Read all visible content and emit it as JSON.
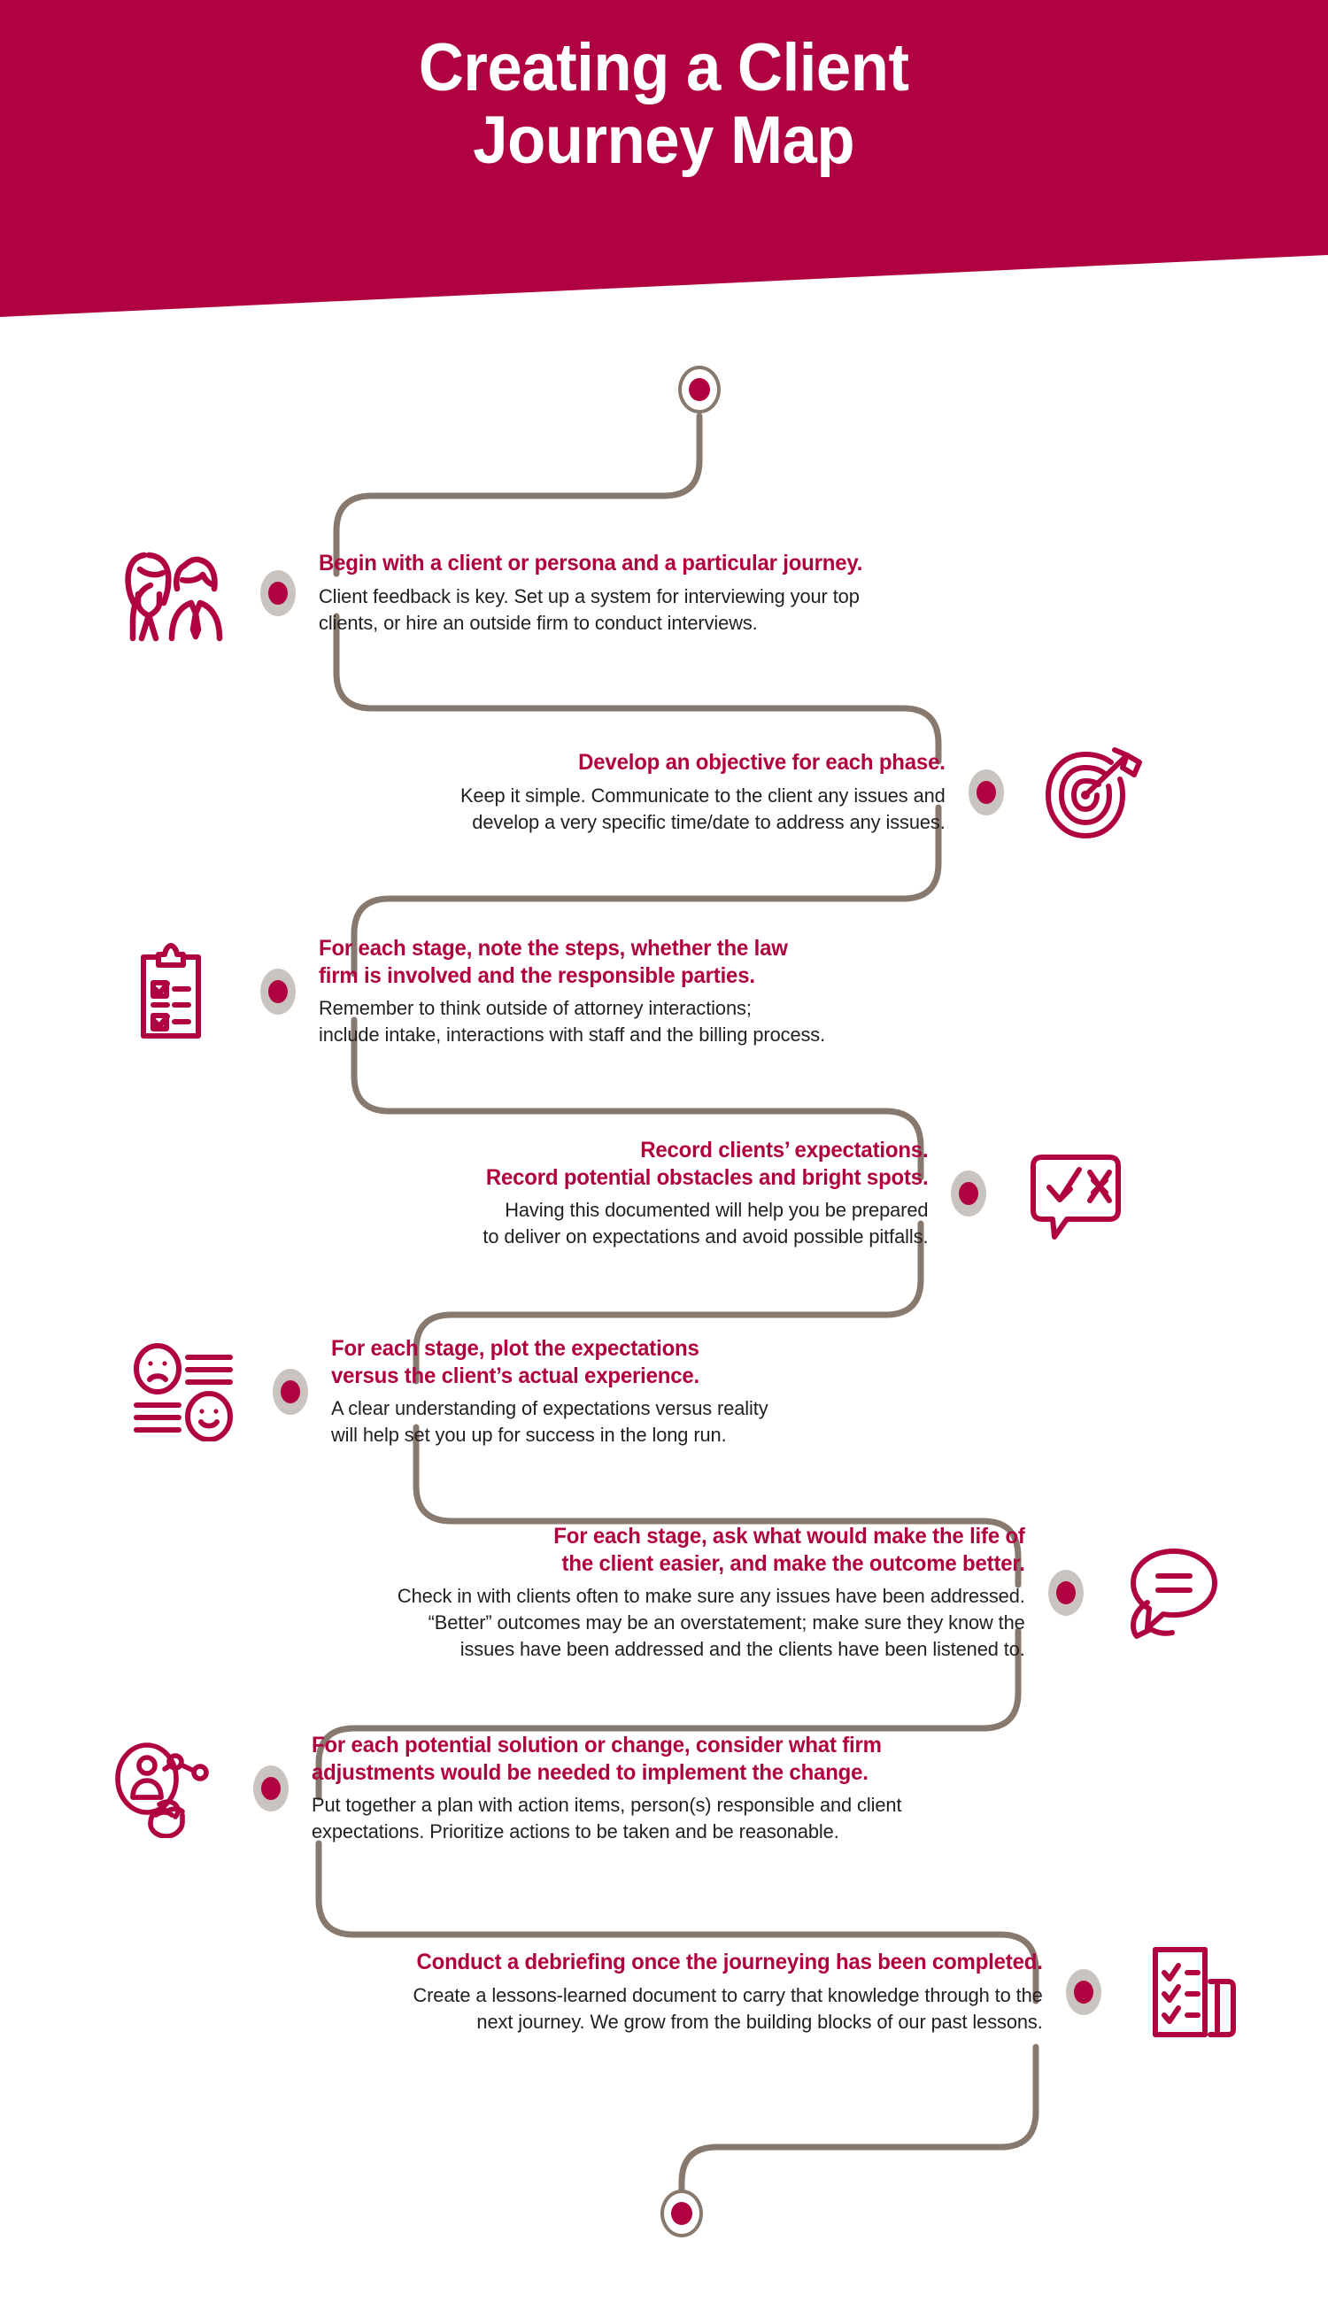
{
  "header": {
    "title_line1": "Creating a Client",
    "title_line2": "Journey Map",
    "background_color": "#b00240",
    "text_color": "#ffffff"
  },
  "colors": {
    "crimson": "#b00240",
    "path_gray": "#87796e",
    "node_gray": "#c9c4bf",
    "body_text": "#231f20"
  },
  "nodes": {
    "start_label": "journey-start-node",
    "end_label": "journey-end-node"
  },
  "steps": [
    {
      "index": 1,
      "icon": "two-people-icon",
      "icon_side": "left",
      "align": "left",
      "title_lines": [
        "Begin with a client or persona and a particular journey."
      ],
      "body_lines": [
        "Client feedback is key. Set up a system for interviewing your top",
        "clients, or hire an outside firm to conduct interviews."
      ]
    },
    {
      "index": 2,
      "icon": "target-arrow-icon",
      "icon_side": "right",
      "align": "right",
      "title_lines": [
        "Develop an objective for each phase."
      ],
      "body_lines": [
        "Keep it simple. Communicate to the client any issues and",
        "develop a very specific time/date to address any issues."
      ]
    },
    {
      "index": 3,
      "icon": "clipboard-checklist-icon",
      "icon_side": "left",
      "align": "left",
      "title_lines": [
        "For each stage, note the steps, whether the law",
        "firm is involved and the responsible parties."
      ],
      "body_lines": [
        "Remember to think outside of attorney interactions;",
        "include intake, interactions with staff and the billing process."
      ]
    },
    {
      "index": 4,
      "icon": "feedback-bubble-icon",
      "icon_side": "right",
      "align": "right",
      "title_lines": [
        "Record clients’ expectations.",
        "Record potential obstacles and bright spots."
      ],
      "body_lines": [
        "Having this documented will help you be prepared",
        "to deliver on expectations and avoid possible pitfalls."
      ]
    },
    {
      "index": 5,
      "icon": "satisfaction-faces-icon",
      "icon_side": "left",
      "align": "left",
      "title_lines": [
        "For each stage, plot the expectations",
        "versus the client’s actual experience."
      ],
      "body_lines": [
        "A clear understanding of expectations versus reality",
        "will help set you up for success in the long run."
      ]
    },
    {
      "index": 6,
      "icon": "chat-bubbles-icon",
      "icon_side": "right",
      "align": "right",
      "title_lines": [
        "For each stage, ask what would make the life of",
        "the client easier, and make the outcome better."
      ],
      "body_lines": [
        "Check in with clients often to make sure any issues have been addressed.",
        "“Better” outcomes may be an overstatement; make sure they know the",
        "issues have been addressed and the clients have been listened to."
      ]
    },
    {
      "index": 7,
      "icon": "person-network-hand-icon",
      "icon_side": "left",
      "align": "left",
      "title_lines": [
        "For each potential solution or change, consider what firm",
        "adjustments would be needed to implement the change."
      ],
      "body_lines": [
        "Put together a plan with action items, person(s) responsible and client",
        "expectations. Prioritize actions to be taken and be reasonable."
      ]
    },
    {
      "index": 8,
      "icon": "checklist-document-icon",
      "icon_side": "right",
      "align": "right",
      "title_lines": [
        "Conduct a debriefing once the journeying has been completed."
      ],
      "body_lines": [
        "Create a lessons-learned document to carry that knowledge through to the",
        "next journey. We grow from the building blocks of our past lessons."
      ]
    }
  ]
}
